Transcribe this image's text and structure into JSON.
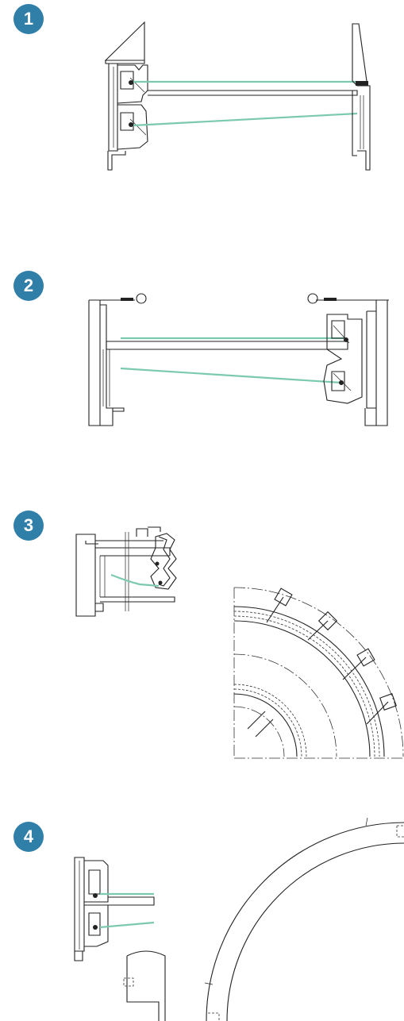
{
  "steps": [
    {
      "number": "1"
    },
    {
      "number": "2"
    },
    {
      "number": "3"
    },
    {
      "number": "4"
    }
  ],
  "colors": {
    "badge": "#2f7fa9",
    "glass": "#7ccaae",
    "line": "#222222"
  }
}
